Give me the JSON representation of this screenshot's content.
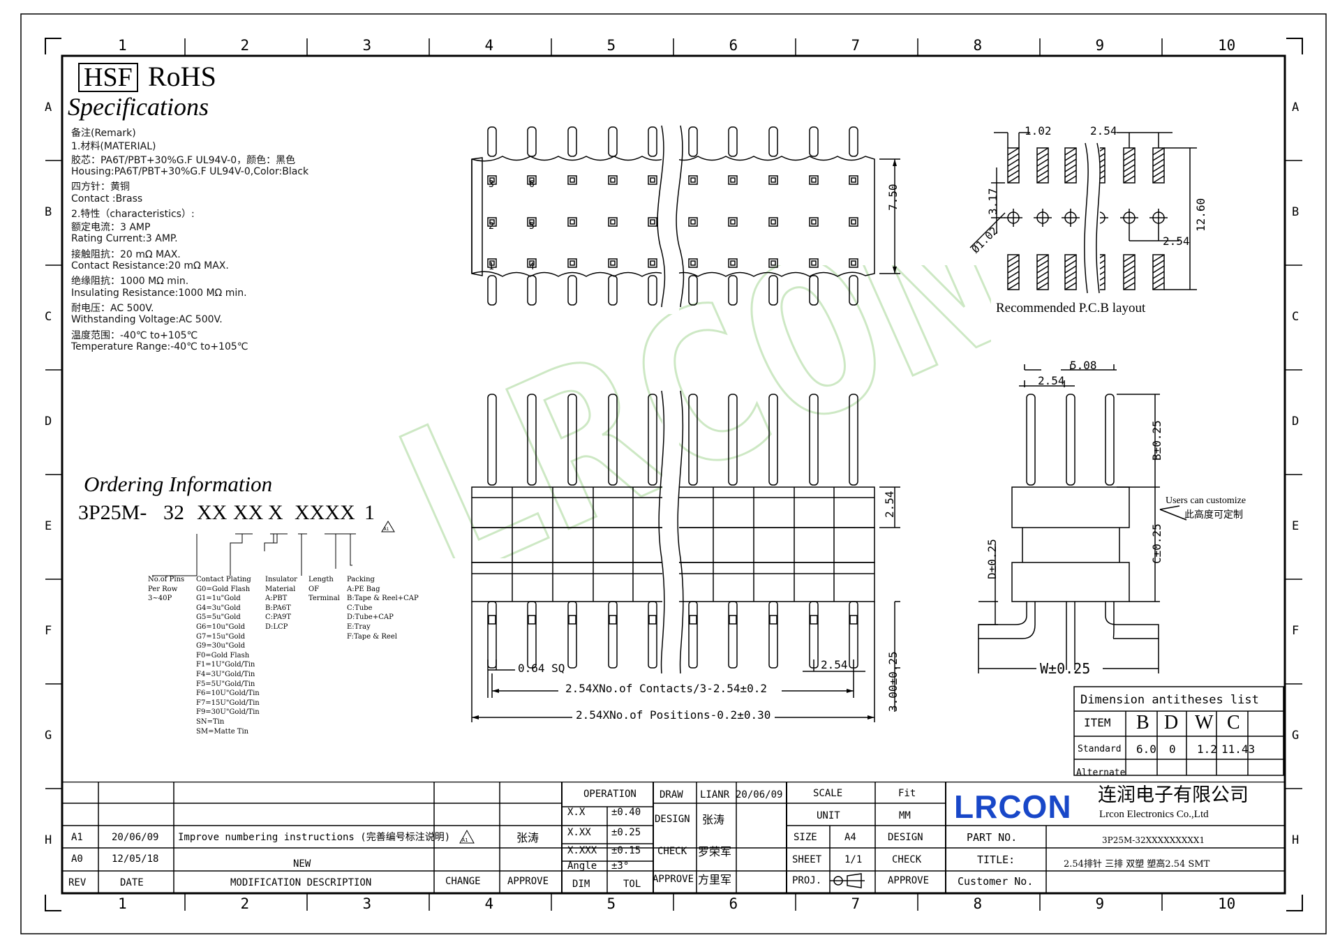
{
  "border": {
    "cols": [
      "1",
      "2",
      "3",
      "4",
      "5",
      "6",
      "7",
      "8",
      "9",
      "10"
    ],
    "rows": [
      "A",
      "B",
      "C",
      "D",
      "E",
      "F",
      "G",
      "H"
    ]
  },
  "header": {
    "hsf": "HSF",
    "rohs": "RoHS",
    "specifications": "Specifications"
  },
  "specs": [
    "备注(Remark)",
    "1.材料(MATERIAL)",
    "胶芯：PA6T/PBT+30%G.F UL94V-0，颜色：黑色",
    "Housing:PA6T/PBT+30%G.F UL94V-0,Color:Black",
    "四方针：黄铜",
    "Contact :Brass",
    "2.特性（characteristics）:",
    "额定电流：3 AMP",
    "Rating Current:3 AMP.",
    "接触阻抗：20 mΩ MAX.",
    "Contact Resistance:20 mΩ MAX.",
    "绝缘阻抗：1000 MΩ min.",
    "Insulating Resistance:1000 MΩ  min.",
    "耐电压：AC 500V.",
    "Withstanding Voltage:AC 500V.",
    "温度范围：-40℃ to+105℃",
    "Temperature Range:-40℃ to+105℃"
  ],
  "ordering": {
    "title": "Ordering Information",
    "code": [
      "3P25M-",
      "32",
      "XX",
      "XX",
      "X",
      "XXX",
      "X",
      "1"
    ],
    "rev_mark": "A1",
    "legend": {
      "pins": [
        "No.of Pins",
        "Per Row",
        "3~40P"
      ],
      "plating": [
        "Contact Plating",
        "G0=Gold Flash",
        "G1=1u\"Gold",
        "G4=3u\"Gold",
        "G5=5u\"Gold",
        "G6=10u\"Gold",
        "G7=15u\"Gold",
        "G9=30u\"Gold",
        "F0=Gold Flash",
        "F1=1U\"Gold/Tin",
        "F4=3U\"Gold/Tin",
        "F5=5U\"Gold/Tin",
        "F6=10U\"Gold/Tin",
        "F7=15U\"Gold/Tin",
        "F9=30U\"Gold/Tin",
        "SN=Tin",
        "SM=Matte Tin"
      ],
      "insulator": [
        "Insulator",
        "Material",
        "A:PBT",
        "B:PA6T",
        "C:PA9T",
        "D:LCP"
      ],
      "length": [
        "Length",
        "OF",
        "Terminal"
      ],
      "packing": [
        "Packing",
        "A:PE Bag",
        "B:Tape & Reel+CAP",
        "C:Tube",
        "D:Tube+CAP",
        "E:Tray",
        "F:Tape & Reel"
      ]
    }
  },
  "top_view": {
    "pin_labels": [
      "3",
      "6",
      "2",
      "5",
      "1",
      "4"
    ],
    "dim_height": "7.50"
  },
  "pcb": {
    "dim_pad": "1.02",
    "dim_pitch": "2.54",
    "dim_row": "3.17",
    "dim_total": "12.60",
    "dim_pitch2": "2.54",
    "hole": "Ø1.02",
    "caption": "Recommended P.C.B layout"
  },
  "front_view": {
    "dim_body": "2.54",
    "sq": "0.64 SQ",
    "pitch": "2.54",
    "contacts": "2.54XNo.of Contacts/3-2.54±0.2",
    "positions": "2.54XNo.of Positions-0.2±0.30",
    "tail": "3.00±0.25"
  },
  "side_view": {
    "dim_508": "5.08",
    "dim_254": "2.54",
    "b": "B±0.25",
    "c": "C±0.25",
    "d": "D±0.25",
    "w": "W±0.25",
    "note_en": "Users can customize",
    "note_cn": "此高度可定制"
  },
  "dim_table": {
    "title": "Dimension antitheses list",
    "headers": [
      "ITEM",
      "B",
      "D",
      "W",
      "C"
    ],
    "standard": [
      "Standard",
      "6.0",
      "0",
      "1.2",
      "11.43"
    ],
    "alternate": [
      "Alternate",
      "",
      "",
      "",
      ""
    ]
  },
  "title_block": {
    "rev_rows": [
      {
        "rev": "A1",
        "date": "20/06/09",
        "desc": "Improve numbering instructions (完善编号标注说明)",
        "change": "A1",
        "approve": "张涛"
      },
      {
        "rev": "A0",
        "date": "12/05/18",
        "desc": "NEW",
        "change": "",
        "approve": ""
      }
    ],
    "rev_headers": [
      "REV",
      "DATE",
      "MODIFICATION DESCRIPTION",
      "CHANGE",
      "APPROVE"
    ],
    "operation": "OPERATION",
    "tolerances": [
      [
        "X.X",
        "±0.40"
      ],
      [
        "X.XX",
        "±0.25"
      ],
      [
        "X.XXX",
        "±0.15"
      ],
      [
        "Angle",
        "±3°"
      ]
    ],
    "dim": "DIM",
    "tol": "TOL",
    "draw": "DRAW",
    "draw_name": "LIANR",
    "draw_date": "20/06/09",
    "design": "DESIGN",
    "design_name": "张涛",
    "check": "CHECK",
    "check_name": "罗荣军",
    "approve": "APPROVE",
    "approve_name": "方里军",
    "scale": "SCALE",
    "scale_val": "Fit",
    "unit": "UNIT",
    "unit_val": "MM",
    "size": "SIZE",
    "size_val": "A4",
    "design2": "DESIGN",
    "sheet": "SHEET",
    "sheet_val": "1/1",
    "check2": "CHECK",
    "proj": "PROJ.",
    "approve2": "APPROVE",
    "logo": "LRCON",
    "company_cn": "连润电子有限公司",
    "company_en": "Lrcon Electronics Co.,Ltd",
    "part_no": "PART NO.",
    "part_val": "3P25M-32XXXXXXXXX1",
    "title": "TITLE:",
    "title_val": "2.54排针 三排 双塑 塑高2.54 SMT",
    "customer": "Customer No."
  },
  "watermark": "LRCON"
}
